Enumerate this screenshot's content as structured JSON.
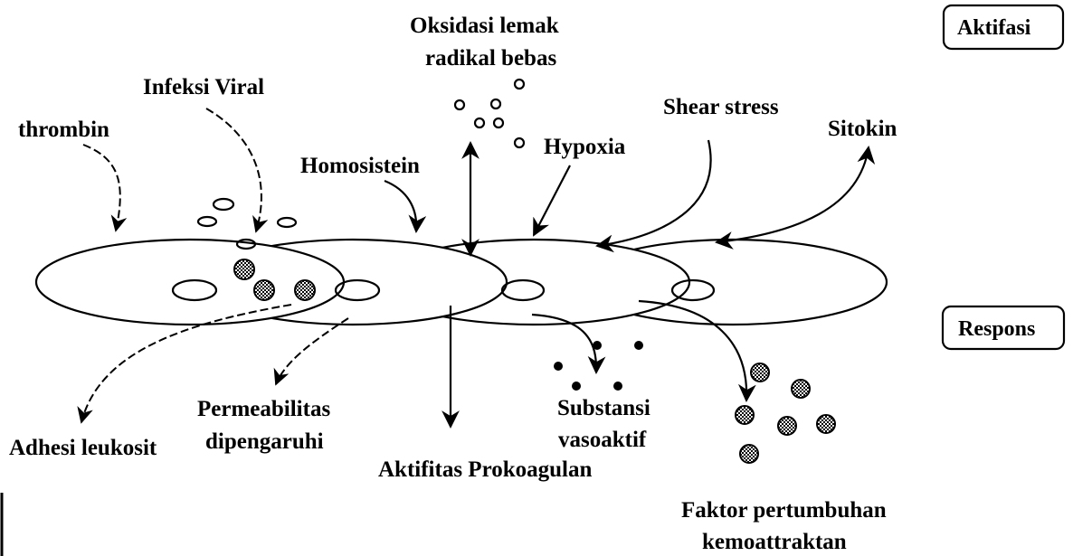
{
  "activators": {
    "oxidation_line1": "Oksidasi lemak",
    "oxidation_line2": "radikal bebas",
    "viral": "Infeksi Viral",
    "thrombin": "thrombin",
    "homocysteine": "Homosistein",
    "hypoxia": "Hypoxia",
    "shear": "Shear stress",
    "cytokine": "Sitokin"
  },
  "responses": {
    "adhesion": "Adhesi leukosit",
    "permeability_line1": "Permeabilitas",
    "permeability_line2": "dipengaruhi",
    "procoagulant": "Aktifitas Prokoagulan",
    "vasoactive_line1": "Substansi",
    "vasoactive_line2": "vasoaktif",
    "growth_line1": "Faktor pertumbuhan",
    "growth_line2": "kemoattraktan"
  },
  "boxes": {
    "activation": "Aktifasi",
    "response": "Respons"
  }
}
